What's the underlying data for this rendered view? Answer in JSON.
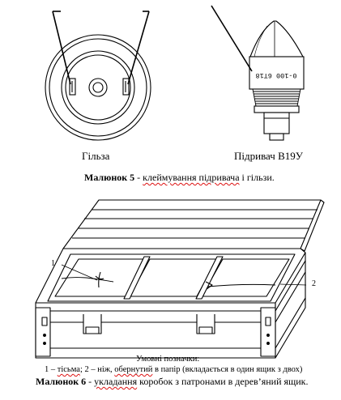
{
  "figure5": {
    "label_left": "Гільза",
    "label_right": "Підривач В19У",
    "fuse_marking": "0-100 6T18",
    "caption_number": "Малюнок 5",
    "caption_dash": " - ",
    "caption_text_a": "клеймування підривача",
    "caption_text_b": " і гільзи."
  },
  "figure6": {
    "callout_1": "1",
    "callout_2": "2",
    "legend_title": "Умовні позначки:",
    "legend_a": "1 – ",
    "legend_b": "тісьма",
    "legend_c": "; 2 – ніж, ",
    "legend_d": "обернутий",
    "legend_e": " в папір (вкладається в один ящик з двох)",
    "caption_number": "Малюнок 6",
    "caption_dash": " - ",
    "caption_text_a": "укладання",
    "caption_text_b": " коробок з патронами в дерев’яний ящик."
  }
}
